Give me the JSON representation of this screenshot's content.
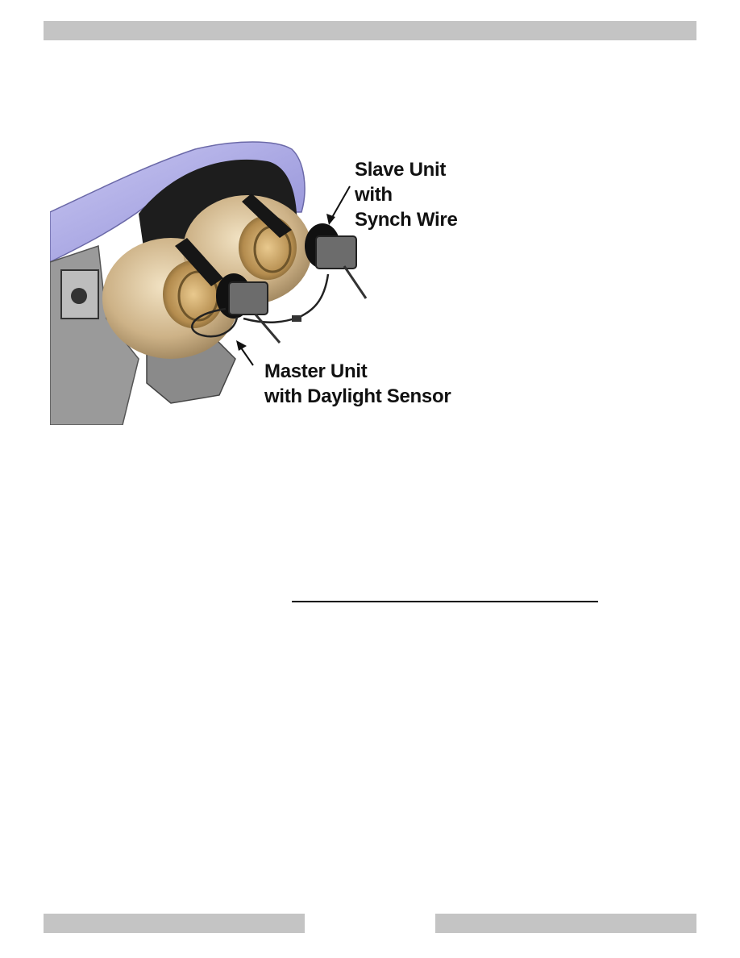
{
  "figure": {
    "callouts": {
      "slave_unit": [
        "Slave Unit",
        "with",
        "Synch Wire"
      ],
      "master_unit": [
        "Master Unit",
        "with Daylight Sensor"
      ]
    },
    "colors": {
      "housing": "#aaa8e6",
      "lamp_body": "#d4b98e",
      "header_bar": "#c4c4c4"
    }
  }
}
